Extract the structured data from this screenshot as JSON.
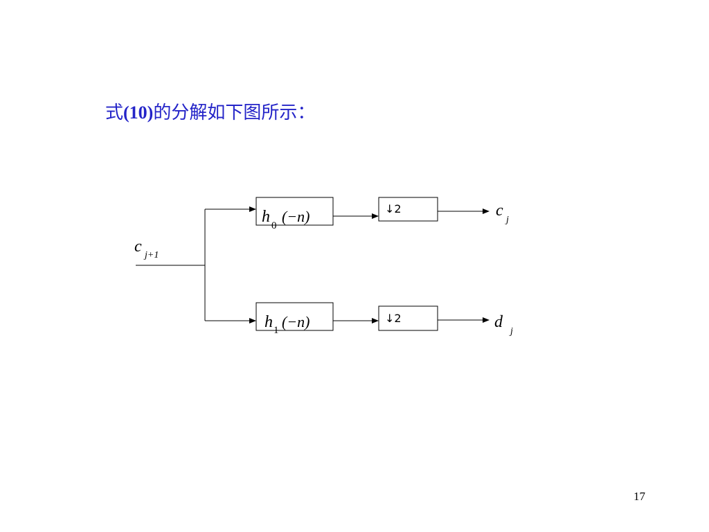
{
  "slide": {
    "title_prefix": "式",
    "title_number": "(10)",
    "title_suffix": "的分解如下图所示：",
    "page_number": "17"
  },
  "diagram": {
    "input_signal": {
      "base": "c",
      "subscript": "j+1"
    },
    "branches": [
      {
        "filter": {
          "base": "h",
          "index": "0",
          "arg": "(−n)"
        },
        "downsampler": "↓2",
        "output": {
          "base": "c",
          "subscript": "j"
        }
      },
      {
        "filter": {
          "base": "h",
          "index": "1",
          "arg": "(−n)"
        },
        "downsampler": "↓2",
        "output": {
          "base": "d",
          "subscript": "j"
        }
      }
    ]
  }
}
